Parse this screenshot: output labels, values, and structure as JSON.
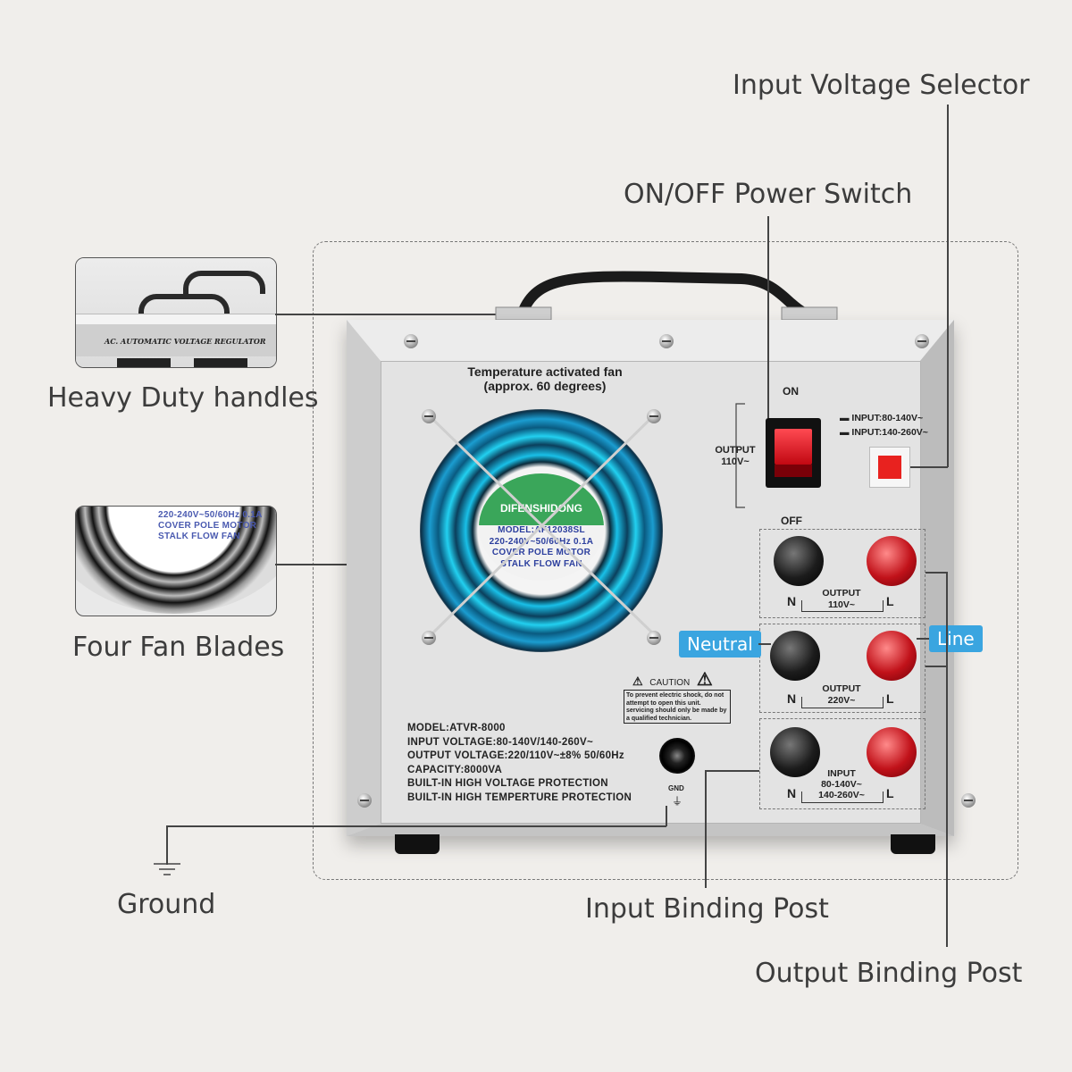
{
  "callouts": {
    "input_voltage_selector": "Input Voltage Selector",
    "power_switch": "ON/OFF Power Switch",
    "handles": "Heavy Duty handles",
    "fan_blades": "Four Fan Blades",
    "ground": "Ground",
    "input_binding_post": "Input Binding Post",
    "output_binding_post": "Output Binding Post"
  },
  "tags": {
    "neutral": "Neutral",
    "line": "Line"
  },
  "inset_handles": {
    "label": "AC. AUTOMATIC VOLTAGE REGULATOR"
  },
  "inset_fan": {
    "line1": "220-240V~50/60Hz 0.1A",
    "line2": "COVER POLE MOTOR",
    "line3": "STALK FLOW FAN"
  },
  "fan": {
    "heading_line1": "Temperature activated fan",
    "heading_line2": "(approx. 60 degrees)",
    "brand": "DIFENSHIDONG",
    "model": "MODEL:AF12038SL",
    "rating": "220-240V~50/60Hz 0.1A",
    "motor": "COVER POLE MOTOR",
    "flow": "STALK FLOW FAN"
  },
  "switch": {
    "on": "ON",
    "off": "OFF",
    "output_label": "OUTPUT",
    "output_value": "110V~"
  },
  "selector": {
    "option1": "INPUT:80-140V~",
    "option2": "INPUT:140-260V~"
  },
  "posts": [
    {
      "n": "N",
      "l": "L",
      "title": "OUTPUT",
      "value": "110V~"
    },
    {
      "n": "N",
      "l": "L",
      "title": "OUTPUT",
      "value": "220V~"
    },
    {
      "n": "N",
      "l": "L",
      "title": "INPUT",
      "value": "80-140V~",
      "value2": "140-260V~"
    }
  ],
  "caution": {
    "title": "CAUTION",
    "text": "To prevent electric shock, do not attempt to open this unit. servicing should only be made by a qualified technician."
  },
  "specs": [
    "MODEL:ATVR-8000",
    "INPUT VOLTAGE:80-140V/140-260V~",
    "OUTPUT VOLTAGE:220/110V~±8%  50/60Hz",
    "CAPACITY:8000VA",
    "BUILT-IN HIGH VOLTAGE PROTECTION",
    "BUILT-IN HIGH TEMPERTURE PROTECTION"
  ],
  "gnd": {
    "label": "GND",
    "symbol": "⏚"
  },
  "colors": {
    "accent_blue": "#3aa5e0",
    "switch_red": "#d8121c",
    "background": "#f0eeeb"
  }
}
